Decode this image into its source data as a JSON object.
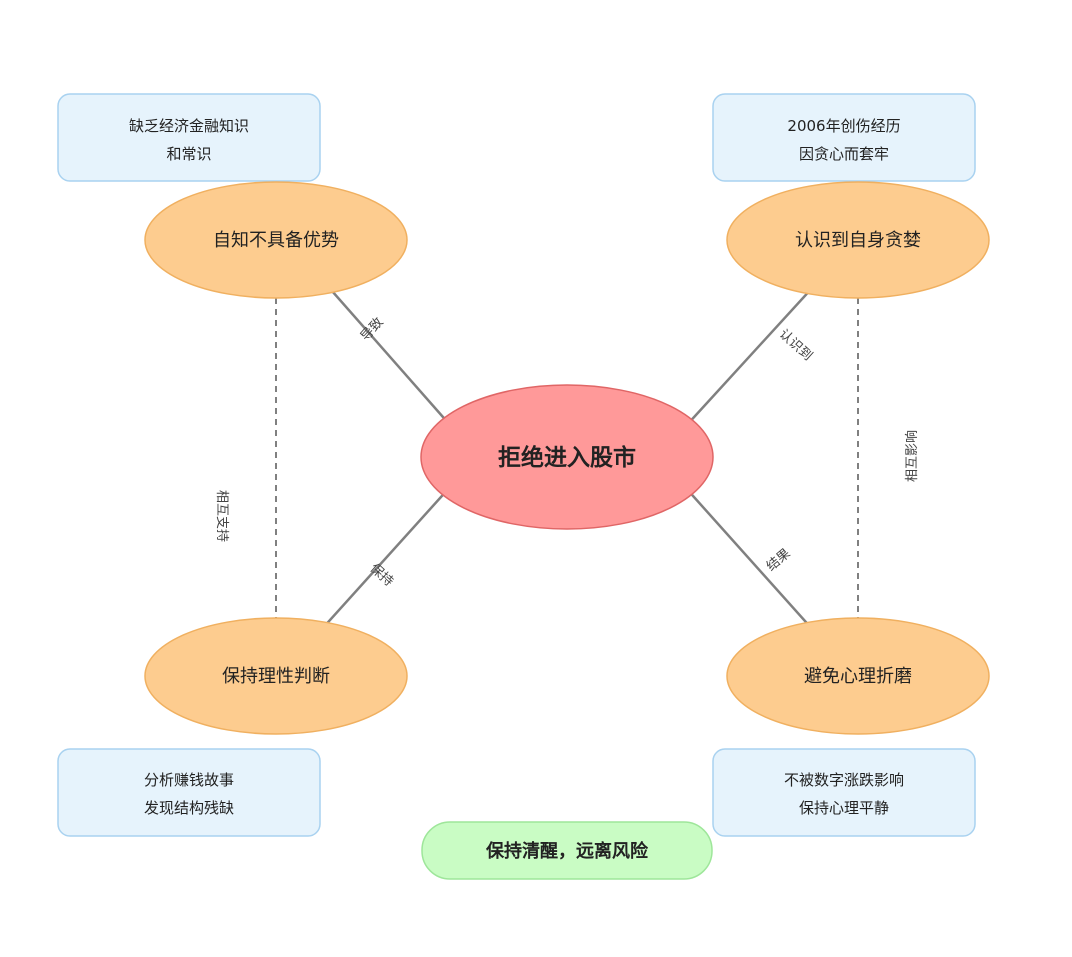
{
  "center": {
    "label": "拒绝进入股市"
  },
  "nodes": {
    "top_left": {
      "label": "自知不具备优势"
    },
    "top_right": {
      "label": "认识到自身贪婪"
    },
    "bottom_left": {
      "label": "保持理性判断"
    },
    "bottom_right": {
      "label": "避免心理折磨"
    }
  },
  "notes": {
    "top_left": {
      "line1": "缺乏经济金融知识",
      "line2": "和常识"
    },
    "top_right": {
      "line1": "2006年创伤经历",
      "line2": "因贪心而套牢"
    },
    "bottom_left": {
      "line1": "分析赚钱故事",
      "line2": "发现结构残缺"
    },
    "bottom_right": {
      "line1": "不被数字涨跌影响",
      "line2": "保持心理平静"
    }
  },
  "edges": {
    "to_top_left": "导致",
    "to_top_right": "认识到",
    "to_bottom_left": "保持",
    "to_bottom_right": "结果",
    "left_link": "相互支持",
    "right_link": "相互影响"
  },
  "footer": {
    "label": "保持清醒，远离风险"
  },
  "colors": {
    "center_fill": "#ff9999",
    "center_stroke": "#e06666",
    "node_fill": "#fdcc8f",
    "node_stroke": "#f0b060",
    "note_fill": "#e6f3fc",
    "note_stroke": "#a9d2f0",
    "footer_fill": "#c9fcc4",
    "footer_stroke": "#9ee69a",
    "arrow": "#808080"
  }
}
